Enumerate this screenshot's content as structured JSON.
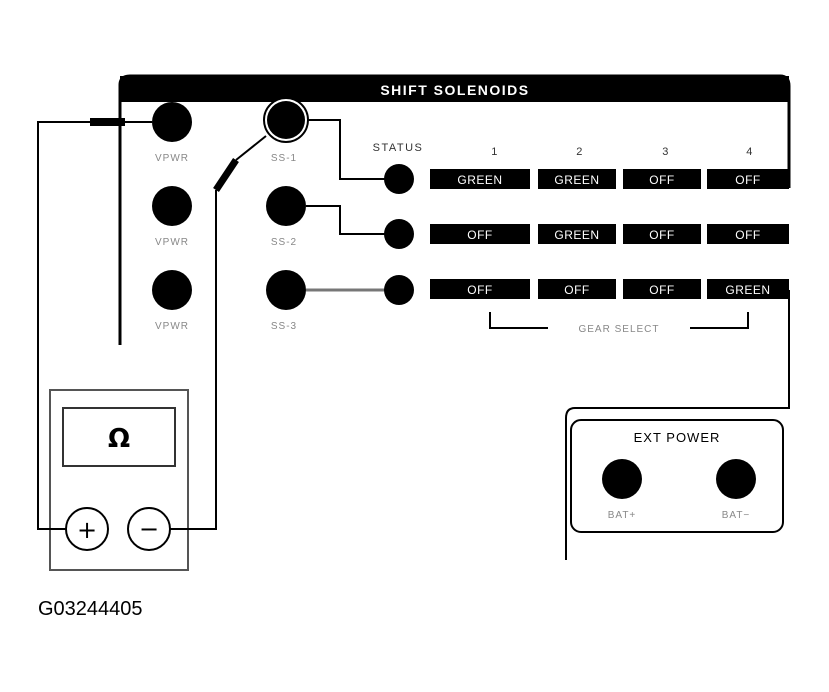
{
  "panel_title": "SHIFT SOLENOIDS",
  "status_label": "STATUS",
  "gear_columns": [
    "1",
    "2",
    "3",
    "4"
  ],
  "left_jacks": [
    "VPWR",
    "VPWR",
    "VPWR"
  ],
  "solenoid_jacks": [
    "SS-1",
    "SS-2",
    "SS-3"
  ],
  "rows": [
    [
      "GREEN",
      "GREEN",
      "OFF",
      "OFF"
    ],
    [
      "OFF",
      "GREEN",
      "OFF",
      "OFF"
    ],
    [
      "OFF",
      "OFF",
      "OFF",
      "GREEN"
    ]
  ],
  "gear_select_label": "GEAR SELECT",
  "meter": {
    "symbol": "Ω",
    "plus": "+",
    "minus": "−"
  },
  "ext_power": {
    "title": "EXT POWER",
    "left": "BAT+",
    "right": "BAT−"
  },
  "figure_id": "G03244405"
}
